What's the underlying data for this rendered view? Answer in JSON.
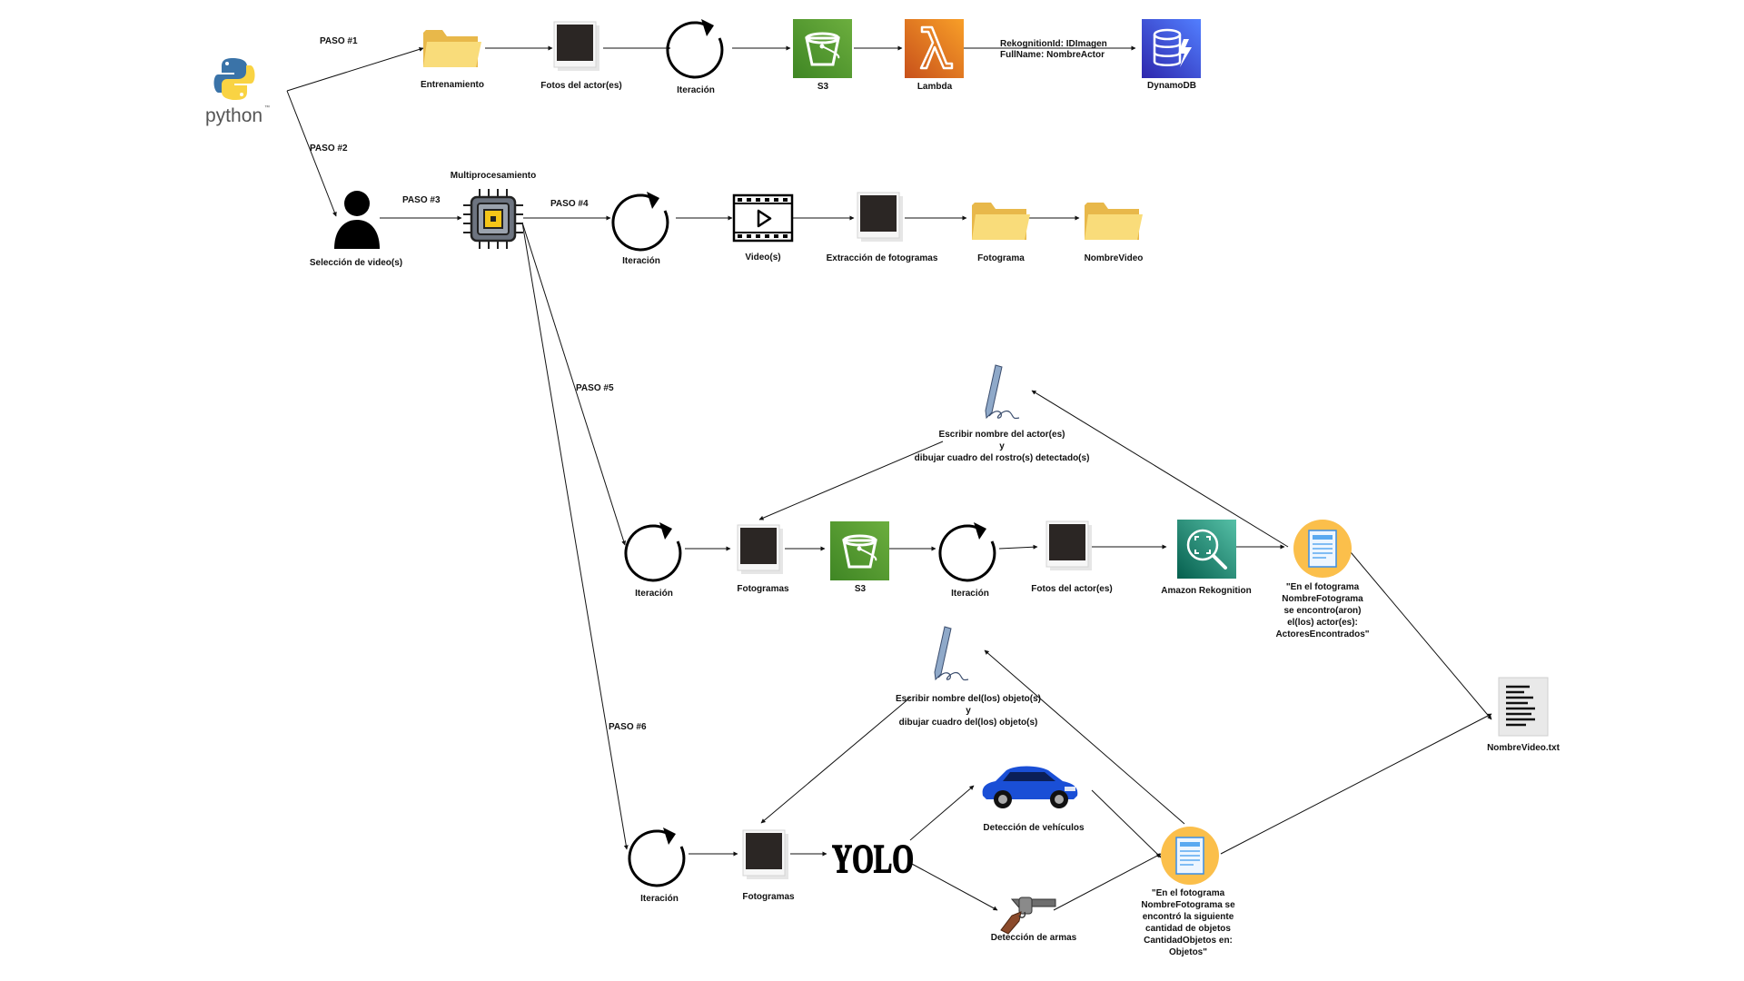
{
  "logo": {
    "text": "python",
    "tm": "™"
  },
  "steps": {
    "p1": "PASO #1",
    "p2": "PASO #2",
    "p3": "PASO #3",
    "p4": "PASO #4",
    "p5": "PASO #5",
    "p6": "PASO #6"
  },
  "row1": {
    "training": "Entrenamiento",
    "actor_photos": "Fotos del actor(es)",
    "iteration": "Iteración",
    "s3": "S3",
    "lambda": "Lambda",
    "edge_label_1": "RekognitionId: IDImagen",
    "edge_label_2": "FullName: NombreActor",
    "dynamodb": "DynamoDB"
  },
  "row2": {
    "user": "Selección de video(s)",
    "multiprocessing": "Multiprocesamiento",
    "iteration": "Iteración",
    "videos": "Video(s)",
    "frame_extraction": "Extracción de fotogramas",
    "frame_folder": "Fotograma",
    "video_folder": "NombreVideo"
  },
  "row3": {
    "write_line1": "Escribir nombre del actor(es)",
    "write_line2": "y",
    "write_line3": "dibujar cuadro del rostro(s) detectado(s)",
    "iteration": "Iteración",
    "frames": "Fotogramas",
    "s3": "S3",
    "iteration2": "Iteración",
    "actor_photos": "Fotos del actor(es)",
    "rekognition": "Amazon Rekognition",
    "result": [
      "\"En el fotograma",
      "NombreFotograma",
      "se encontro(aron)",
      "el(los) actor(es):",
      "ActoresEncontrados\""
    ]
  },
  "row4": {
    "write_line1": "Escribir nombre del(los) objeto(s)",
    "write_line2": "y",
    "write_line3": "dibujar cuadro del(los) objeto(s)",
    "iteration": "Iteración",
    "frames": "Fotogramas",
    "yolo": "YOLO",
    "vehicles": "Detección de vehículos",
    "weapons": "Detección de armas",
    "result": [
      "\"En el fotograma",
      "NombreFotograma se",
      "encontró la siguiente",
      "cantidad de objetos",
      "CantidadObjetos en:",
      "Objetos\""
    ]
  },
  "output_file": "NombreVideo.txt",
  "colors": {
    "s3_top": "#3f8624",
    "s3_bottom": "#6cae3e",
    "lambda_top": "#c8511b",
    "lambda_bottom": "#f89f28",
    "dynamo_top": "#2e27ad",
    "dynamo_bottom": "#527fff",
    "rekognition_top": "#055f4e",
    "rekognition_bottom": "#56c0a7",
    "folder": "#f5d66b",
    "chip_core": "#f5c518",
    "doc_circle": "#fbbf4b",
    "car": "#1a4fd6",
    "gun": "#8b4a2b"
  },
  "icons": [
    "python-logo-icon",
    "folder-icon",
    "photo-icon",
    "iteration-icon",
    "s3-bucket-icon",
    "lambda-icon",
    "dynamodb-icon",
    "user-icon",
    "cpu-chip-icon",
    "video-play-icon",
    "pen-icon",
    "rekognition-icon",
    "document-icon",
    "yolo-logo",
    "car-icon",
    "revolver-icon",
    "text-file-icon"
  ]
}
